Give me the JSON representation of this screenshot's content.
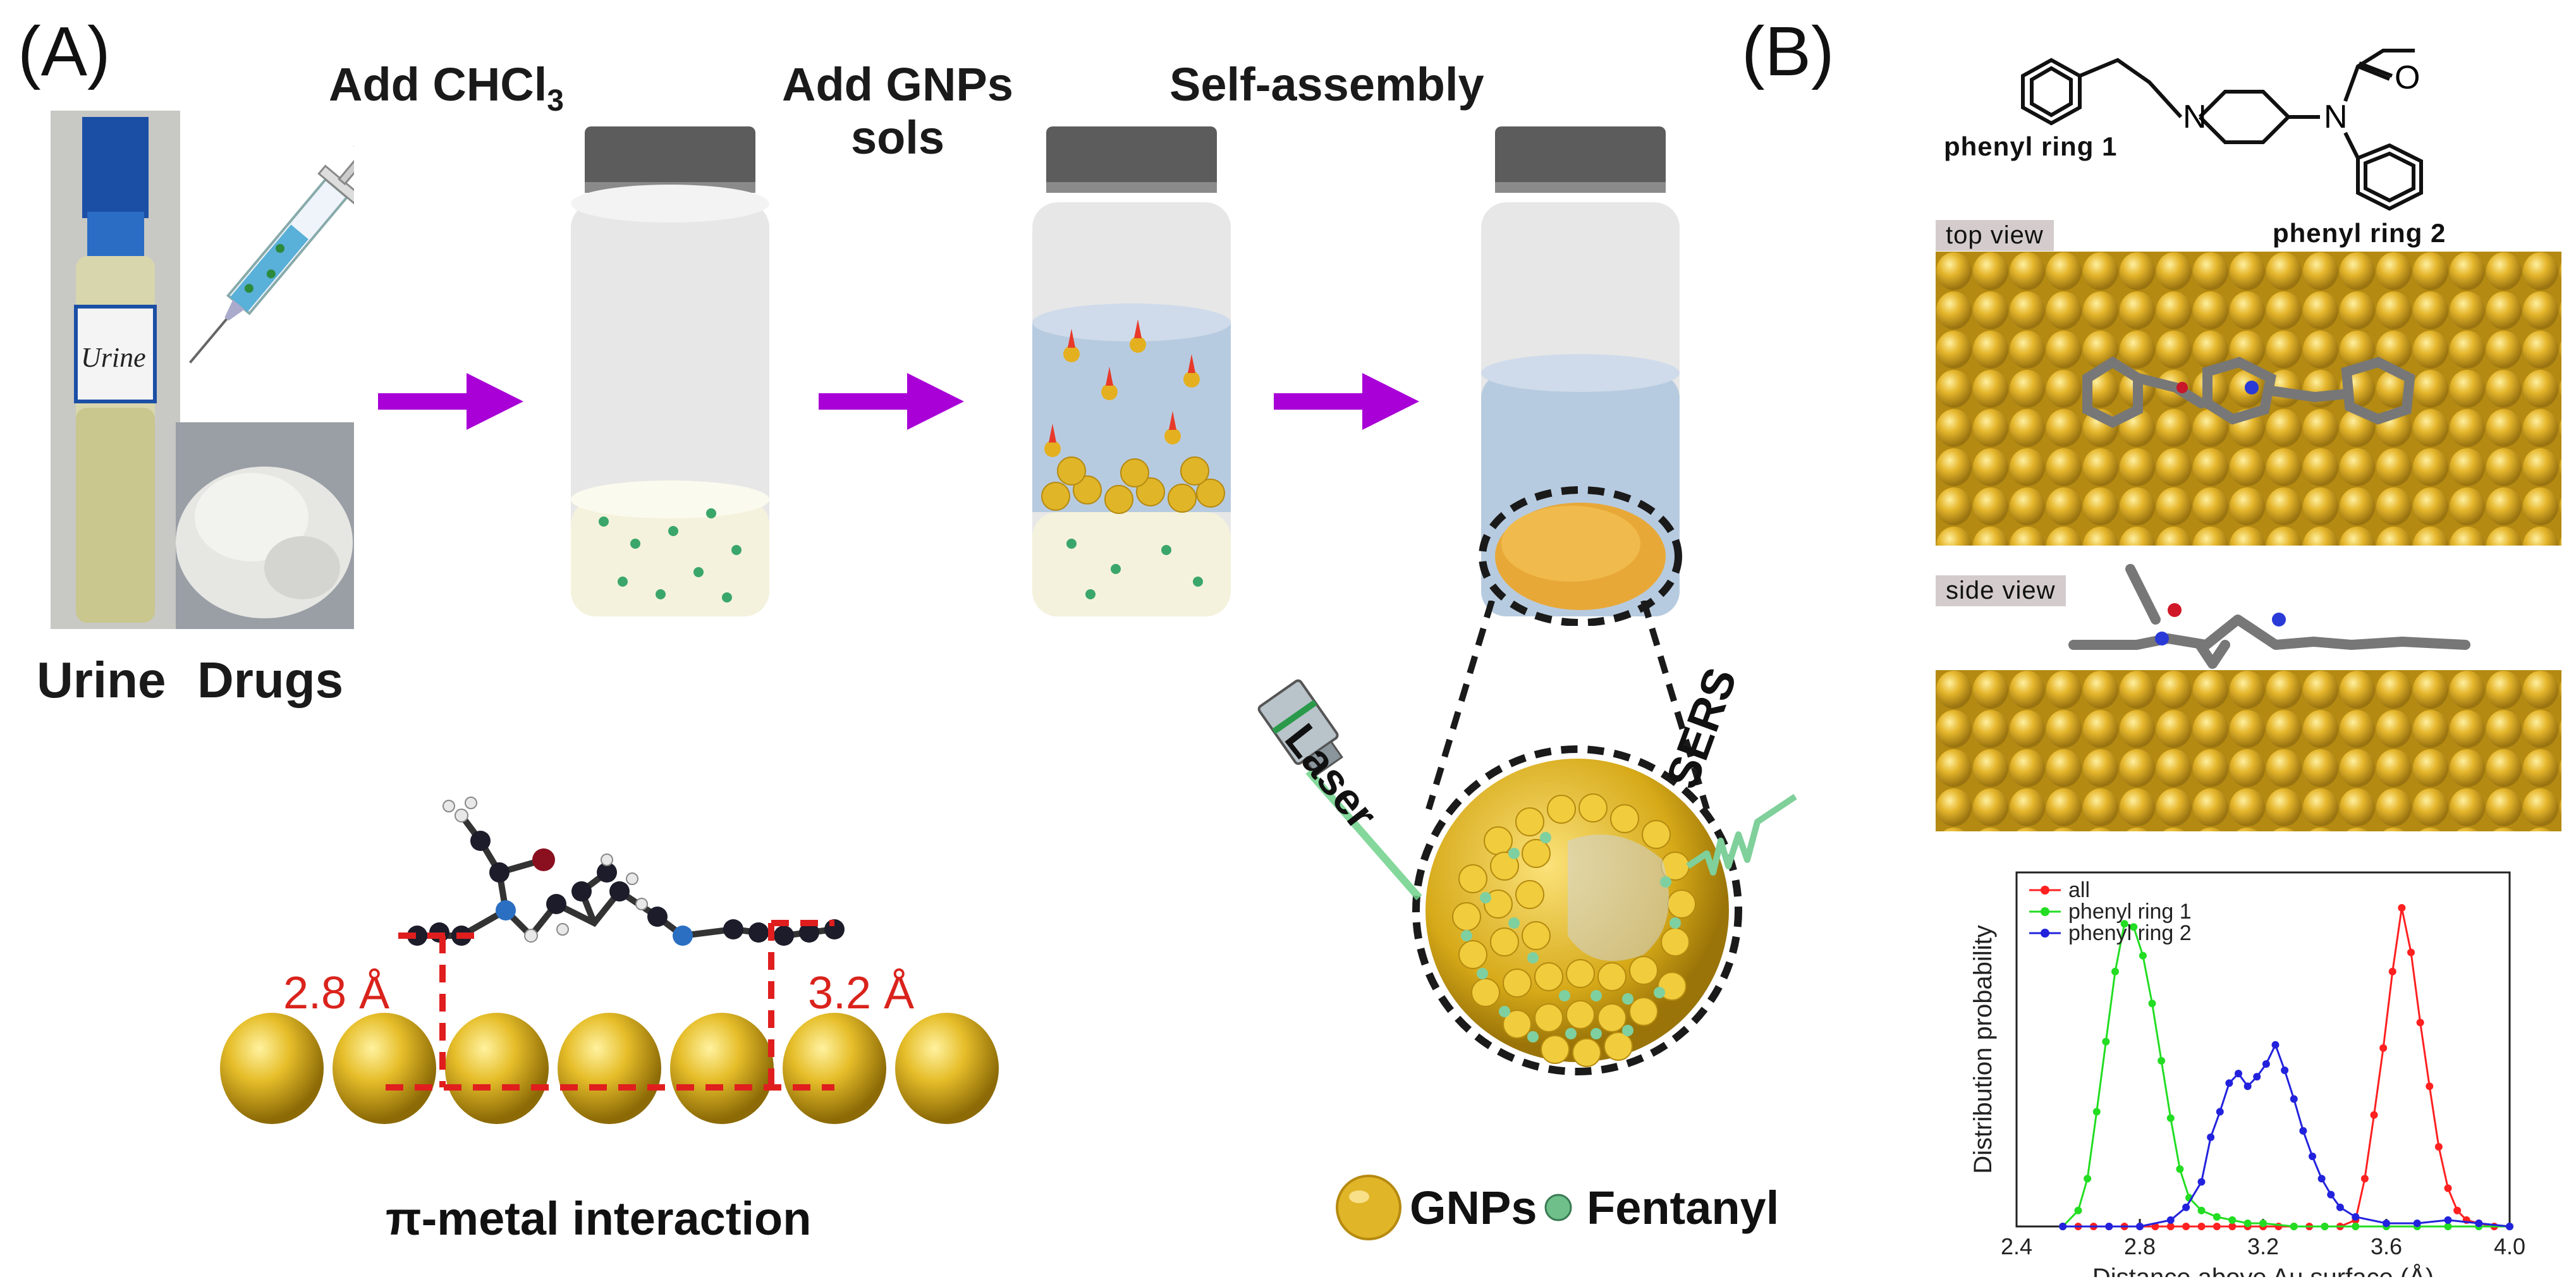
{
  "panel_a": {
    "label": "(A)",
    "steps": {
      "add_chcl3": "Add CHCl",
      "add_chcl3_sub": "3",
      "add_gnps": "Add GNPs",
      "add_gnps_2": "sols",
      "self_assembly": "Self-assembly"
    },
    "urine_label": "Urine",
    "drugs_label": "Drugs",
    "tube_text": "Urine",
    "distance_left": "2.8 Å",
    "distance_right": "3.2 Å",
    "interaction": "π-metal interaction",
    "laser": "Laser",
    "sers": "SERS",
    "legend_gnps": "GNPs",
    "legend_fentanyl": "Fentanyl"
  },
  "panel_b": {
    "label": "(B)",
    "phenyl1": "phenyl ring 1",
    "phenyl2": "phenyl ring 2",
    "top_view": "top view",
    "side_view": "side view",
    "atom_n1": "N",
    "atom_n2": "N",
    "atom_o": "O"
  },
  "colors": {
    "arrow": "#a800d6",
    "gold": "#e0b528",
    "gold_dark": "#b58a10",
    "red_dash": "#e01e1e",
    "all": "#ff2020",
    "ring1": "#22dd22",
    "ring2": "#2222dd"
  },
  "chart_data": {
    "type": "line",
    "xlabel": "Distance above Au surface (Å)",
    "ylabel": "Distribution probability",
    "xlim": [
      2.4,
      4.0
    ],
    "ylim": [
      0,
      1
    ],
    "xticks": [
      "2.4",
      "2.8",
      "3.2",
      "3.6",
      "4.0"
    ],
    "legend_position": "top-left",
    "series": [
      {
        "name": "all",
        "color": "#ff2020",
        "x": [
          2.55,
          2.6,
          2.65,
          2.7,
          2.75,
          2.8,
          2.85,
          2.9,
          2.95,
          3.0,
          3.05,
          3.1,
          3.15,
          3.2,
          3.25,
          3.3,
          3.35,
          3.4,
          3.45,
          3.5,
          3.53,
          3.56,
          3.59,
          3.62,
          3.65,
          3.68,
          3.71,
          3.74,
          3.77,
          3.8,
          3.83,
          3.86,
          3.9,
          3.95,
          4.0
        ],
        "y": [
          0,
          0,
          0,
          0,
          0,
          0,
          0,
          0,
          0,
          0,
          0,
          0,
          0,
          0,
          0,
          0,
          0,
          0,
          0,
          0.02,
          0.15,
          0.35,
          0.56,
          0.8,
          1.0,
          0.86,
          0.64,
          0.44,
          0.25,
          0.12,
          0.05,
          0.02,
          0.01,
          0,
          0
        ]
      },
      {
        "name": "phenyl ring 1",
        "color": "#22dd22",
        "x": [
          2.55,
          2.6,
          2.63,
          2.66,
          2.69,
          2.72,
          2.75,
          2.78,
          2.81,
          2.84,
          2.87,
          2.9,
          2.93,
          2.96,
          3.0,
          3.05,
          3.1,
          3.15,
          3.2,
          3.3,
          3.4,
          3.5,
          3.6,
          3.7,
          3.8,
          3.9,
          4.0
        ],
        "y": [
          0,
          0.05,
          0.15,
          0.36,
          0.58,
          0.8,
          0.95,
          0.94,
          0.85,
          0.7,
          0.52,
          0.34,
          0.18,
          0.09,
          0.05,
          0.03,
          0.02,
          0.01,
          0.01,
          0,
          0,
          0,
          0,
          0,
          0,
          0,
          0
        ]
      },
      {
        "name": "phenyl ring 2",
        "color": "#2222dd",
        "x": [
          2.55,
          2.7,
          2.8,
          2.9,
          2.95,
          3.0,
          3.03,
          3.06,
          3.09,
          3.12,
          3.15,
          3.18,
          3.21,
          3.24,
          3.27,
          3.3,
          3.33,
          3.36,
          3.39,
          3.42,
          3.45,
          3.5,
          3.6,
          3.7,
          3.8,
          3.9,
          4.0
        ],
        "y": [
          0,
          0,
          0,
          0.02,
          0.06,
          0.14,
          0.28,
          0.36,
          0.45,
          0.48,
          0.44,
          0.47,
          0.51,
          0.57,
          0.49,
          0.4,
          0.3,
          0.22,
          0.15,
          0.1,
          0.06,
          0.03,
          0.01,
          0.01,
          0.02,
          0.01,
          0
        ]
      }
    ]
  }
}
